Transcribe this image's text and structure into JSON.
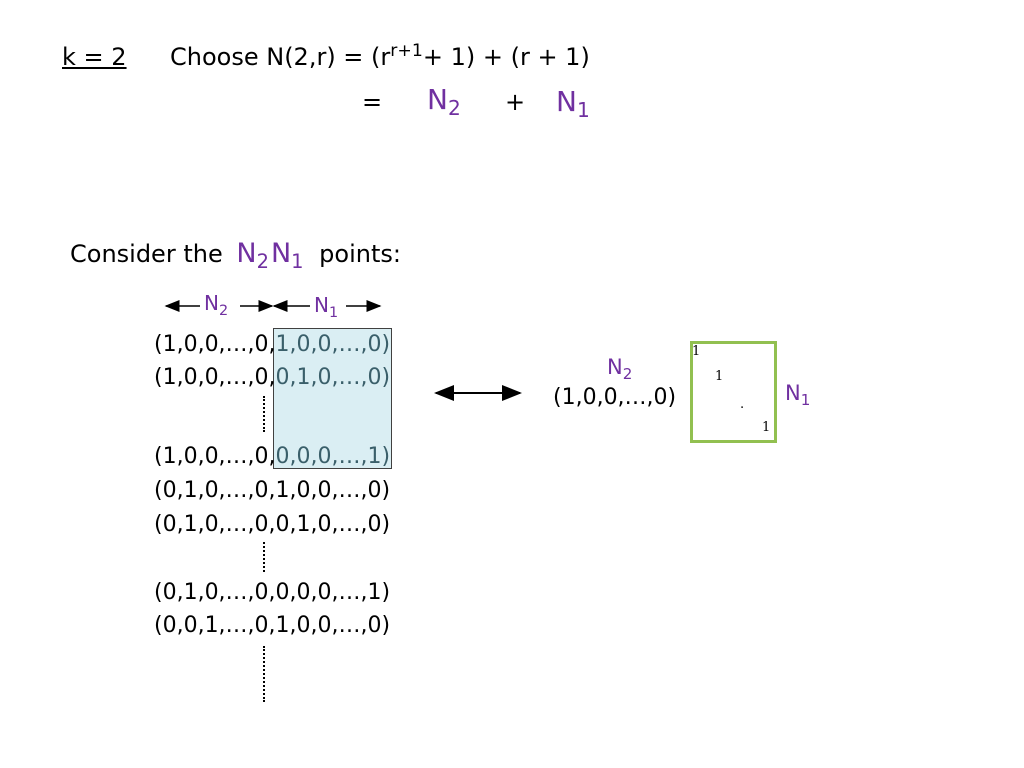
{
  "header": {
    "k_label": "k = 2",
    "choose_prefix": "Choose N(2,r) = (r",
    "exponent": "r+1",
    "choose_suffix": "+ 1) + (r + 1)",
    "equals": "=",
    "plus": "+",
    "N2": {
      "base": "N",
      "sub": "2"
    },
    "N1": {
      "base": "N",
      "sub": "1"
    }
  },
  "consider": {
    "prefix": "Consider the",
    "N2": {
      "base": "N",
      "sub": "2"
    },
    "N1": {
      "base": "N",
      "sub": "1"
    },
    "suffix": "points:"
  },
  "braces": {
    "N2": {
      "base": "N",
      "sub": "2"
    },
    "N1": {
      "base": "N",
      "sub": "1"
    }
  },
  "rows": [
    {
      "left": "(1,0,0,…,0,",
      "right": "1,0,0,…,0)"
    },
    {
      "left": "(1,0,0,…,0,",
      "right": "0,1,0,…,0)"
    },
    {
      "left": "(1,0,0,…,0,",
      "right": "0,0,0,…,1)"
    },
    {
      "left": "(0,1,0,…,0,",
      "right": "1,0,0,…,0)"
    },
    {
      "left": "(0,1,0,…,0,",
      "right": "0,1,0,…,0)"
    },
    {
      "left": "(0,1,0,…,0,",
      "right": "0,0,0,…,1)"
    },
    {
      "left": "(0,0,1,…,0,",
      "right": "1,0,0,…,0)"
    }
  ],
  "mapping": {
    "vector": "(1,0,0,…,0)",
    "N2": {
      "base": "N",
      "sub": "2"
    },
    "N1": {
      "base": "N",
      "sub": "1"
    },
    "identity": [
      "1",
      "1",
      ".",
      "1"
    ]
  },
  "colors": {
    "accent": "#7030a0",
    "shade": "#daeef3",
    "box": "#92c050"
  }
}
